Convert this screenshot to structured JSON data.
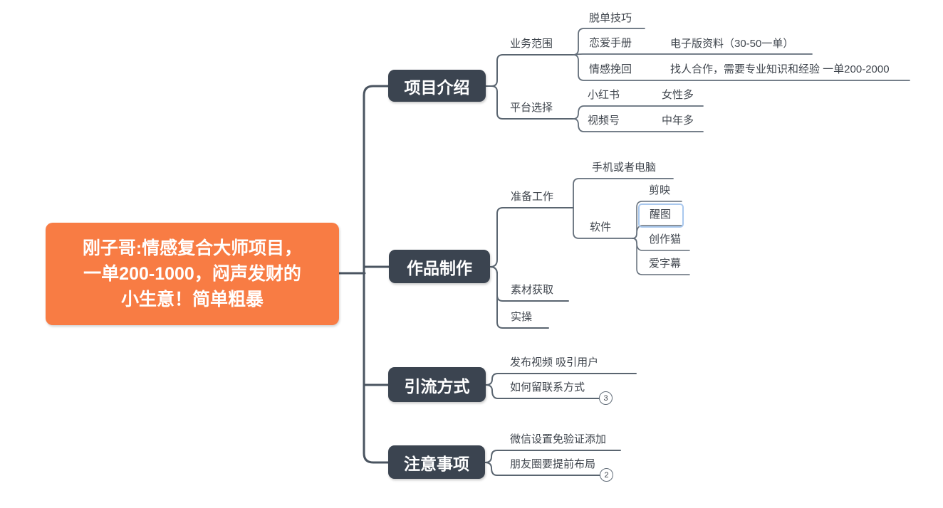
{
  "root_node": {
    "lines": [
      "刚子哥:情感复合大师项目，",
      "一单200-1000，闷声发财的",
      "小生意！简单粗暴"
    ]
  },
  "branches": [
    {
      "label": "项目介绍",
      "children": [
        {
          "label": "业务范围",
          "children": [
            {
              "label": "脱单技巧"
            },
            {
              "label": "恋爱手册",
              "children": [
                {
                  "label": "电子版资料（30-50一单）"
                }
              ]
            },
            {
              "label": "情感挽回",
              "children": [
                {
                  "label": "找人合作，需要专业知识和经验 一单200-2000"
                }
              ]
            }
          ]
        },
        {
          "label": "平台选择",
          "children": [
            {
              "label": "小红书",
              "children": [
                {
                  "label": "女性多"
                }
              ]
            },
            {
              "label": "视频号",
              "children": [
                {
                  "label": "中年多"
                }
              ]
            }
          ]
        }
      ]
    },
    {
      "label": "作品制作",
      "children": [
        {
          "label": "准备工作",
          "children": [
            {
              "label": "手机或者电脑"
            },
            {
              "label": "软件",
              "children": [
                {
                  "label": "剪映"
                },
                {
                  "label": "醒图",
                  "selected": true
                },
                {
                  "label": "创作猫"
                },
                {
                  "label": "爱字幕"
                }
              ]
            }
          ]
        },
        {
          "label": "素材获取"
        },
        {
          "label": "实操"
        }
      ]
    },
    {
      "label": "引流方式",
      "children": [
        {
          "label": "发布视频 吸引用户"
        },
        {
          "label": "如何留联系方式",
          "badge": "3"
        }
      ]
    },
    {
      "label": "注意事项",
      "children": [
        {
          "label": "微信设置免验证添加"
        },
        {
          "label": "朋友圈要提前布局",
          "badge": "2"
        }
      ]
    }
  ],
  "colors": {
    "accent": "#f87c44",
    "topic-bg": "#3b4450",
    "line-dark": "#4a5460",
    "line-mid": "#5a6570",
    "line-light": "#626d79",
    "leaf-text": "#3f454d",
    "selection": "#a9c8ee"
  }
}
